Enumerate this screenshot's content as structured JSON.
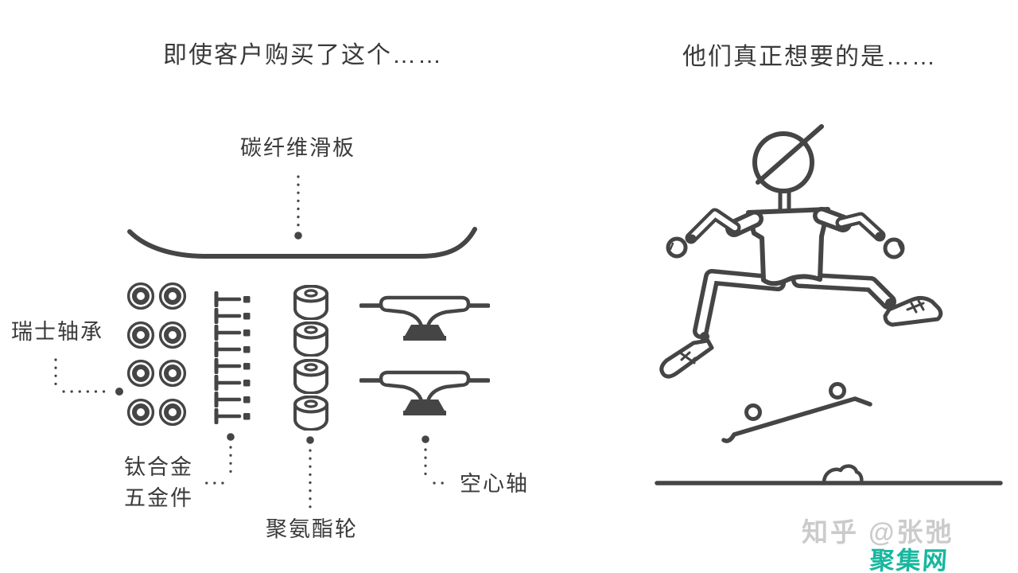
{
  "colors": {
    "background": "#ffffff",
    "ink": "#454545",
    "text": "#3a3a3a",
    "watermark_gray": "#cbcbcb",
    "watermark_teal": "#17b79e"
  },
  "left_panel": {
    "title": "即使客户购买了这个……",
    "labels": {
      "deck": "碳纤维滑板",
      "bearings": "瑞士轴承",
      "hardware": "钛合金\n五金件",
      "wheels": "聚氨酯轮",
      "trucks": "空心轴"
    },
    "part_counts": {
      "bearings": 8,
      "bolts": 8,
      "wheels": 4,
      "trucks": 2,
      "decks": 1
    }
  },
  "right_panel": {
    "title": "他们真正想要的是……"
  },
  "watermark": {
    "source": "知乎 @张弛",
    "site": "聚集网"
  },
  "icons": {
    "skateboard-deck-icon": "curved side-view deck line",
    "bearing-icon": "concentric ring circle",
    "bolt-icon": "T-head screw with square nut",
    "wheel-icon": "cylinder with center hole",
    "truck-icon": "axle hanger with solid baseplate",
    "jumping-skater-icon": "mannequin figure jumping with limbs spread",
    "flipping-skateboard-icon": "tilted board with two wheels",
    "ground-line-icon": "horizontal ground line with small bush bump",
    "dotted-leader-icon": "dotted pointer line with end dot"
  }
}
